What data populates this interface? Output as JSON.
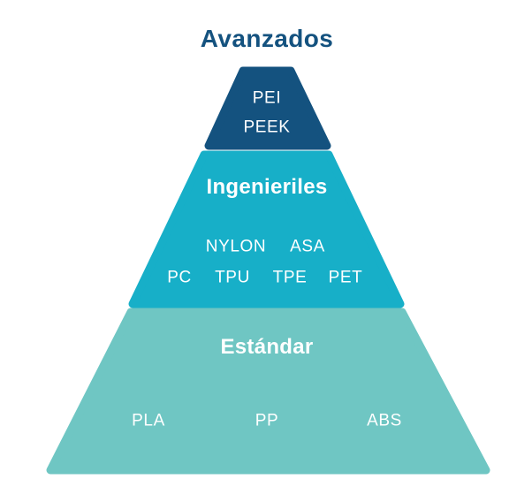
{
  "title": "Avanzados",
  "background_color": "#ffffff",
  "title_color": "#14527f",
  "label_color": "#ffffff",
  "chart_data": {
    "type": "pyramid",
    "title": "Avanzados",
    "orientation": "apex-up",
    "levels": 3,
    "tiers": [
      {
        "rank": 1,
        "name": "Avanzados",
        "heading_position": "above-shape",
        "color": "#14527f",
        "items": [
          "PEI",
          "PEEK"
        ],
        "rows": [
          [
            "PEI"
          ],
          [
            "PEEK"
          ]
        ]
      },
      {
        "rank": 2,
        "name": "Ingenieriles",
        "heading_position": "inside-shape",
        "color": "#17afc8",
        "items": [
          "NYLON",
          "ASA",
          "PC",
          "TPU",
          "TPE",
          "PET"
        ],
        "rows": [
          [
            "NYLON",
            "ASA"
          ],
          [
            "PC",
            "TPU",
            "TPE",
            "PET"
          ]
        ]
      },
      {
        "rank": 3,
        "name": "Estándar",
        "heading_position": "inside-shape",
        "color": "#6fc6c3",
        "items": [
          "PLA",
          "PP",
          "ABS"
        ],
        "rows": [
          [
            "PLA",
            "PP",
            "ABS"
          ]
        ]
      }
    ]
  },
  "tier_top": {
    "heading": "Avanzados",
    "color": "#14527f",
    "items": [
      "PEI",
      "PEEK"
    ]
  },
  "tier_middle": {
    "heading": "Ingenieriles",
    "color": "#17afc8",
    "row1": [
      "NYLON",
      "ASA"
    ],
    "row2": [
      "PC",
      "TPU",
      "TPE",
      "PET"
    ]
  },
  "tier_bottom": {
    "heading": "Estándar",
    "color": "#6fc6c3",
    "row1": [
      "PLA",
      "PP",
      "ABS"
    ]
  }
}
